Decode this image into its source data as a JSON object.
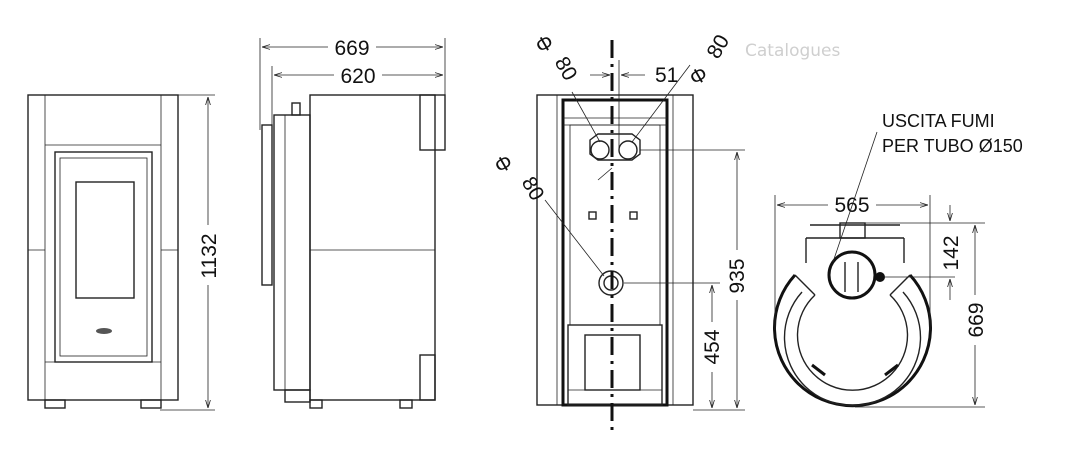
{
  "watermark": "Catalogues",
  "front_view": {
    "height_dim": "1132"
  },
  "side_view": {
    "depth_total_dim": "669",
    "depth_body_dim": "620"
  },
  "back_view": {
    "diam_left_top": "80",
    "diam_right_top": "80",
    "diam_lower": "80",
    "diam_symbol": "Φ",
    "offset_dim": "51",
    "outlet_height_dim": "935",
    "inlet_height_dim": "454"
  },
  "top_view": {
    "note_line1": "USCITA FUMI",
    "note_line2": "PER TUBO Ø150",
    "width_dim": "565",
    "offset_dim": "142",
    "depth_dim": "669"
  }
}
